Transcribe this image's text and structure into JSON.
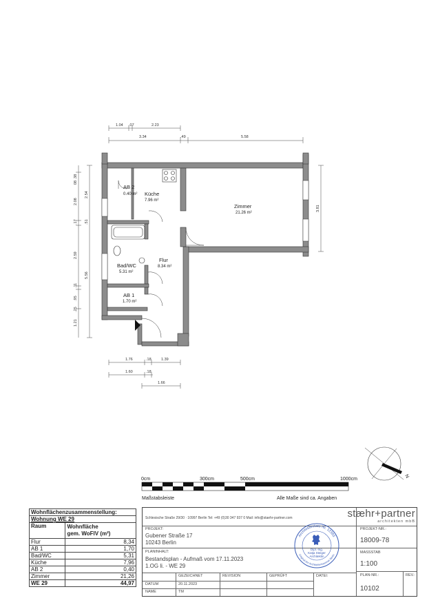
{
  "dimensions": {
    "top_row1": [
      "1.04",
      ".07",
      "2.23"
    ],
    "top_row2": [
      "3.34",
      ".49",
      "5.58"
    ],
    "left_outer": [
      "5.56"
    ],
    "left_inner": [
      "08 .38",
      "2.08",
      "2.54",
      ".17",
      ".51",
      "2.59",
      ".11",
      ".95",
      ".25",
      "1.21"
    ],
    "right": [
      "3.81"
    ],
    "bottom_row1": [
      "1.76",
      ".18",
      "1.39"
    ],
    "bottom_row2": [
      "1.60",
      ".18"
    ],
    "bottom_row3": [
      "1.66"
    ]
  },
  "rooms": [
    {
      "name": "AB 2",
      "area": "0.40 m²"
    },
    {
      "name": "Küche",
      "area": "7.96 m²"
    },
    {
      "name": "Zimmer",
      "area": "21.26 m²"
    },
    {
      "name": "Bad/WC",
      "area": "5.31 m²"
    },
    {
      "name": "Flur",
      "area": "8.34 m²"
    },
    {
      "name": "AB 1",
      "area": "1.70 m²"
    }
  ],
  "compass": {
    "label": "N"
  },
  "scale_bar": {
    "ticks": [
      "0cm",
      "300cm",
      "500cm",
      "1000cm"
    ],
    "caption": "Maßstabsleiste",
    "note": "Alle Maße sind ca. Angaben"
  },
  "summary": {
    "title": "Wohnflächenzusammenstellung:",
    "unit": "Wohnung WE 29",
    "col_room": "Raum",
    "col_area_1": "Wohnfläche",
    "col_area_2": "gem. WoFlV (m²)",
    "rows": [
      {
        "room": "Flur",
        "area": "8,34"
      },
      {
        "room": "AB 1",
        "area": "1,70"
      },
      {
        "room": "Bad/WC",
        "area": "5,31"
      },
      {
        "room": "Küche",
        "area": "7,96"
      },
      {
        "room": "AB 2",
        "area": "0,40"
      },
      {
        "room": "Zimmer",
        "area": "21,26"
      }
    ],
    "total_label": "WE 29",
    "total_value": "44,97"
  },
  "titleblock": {
    "address_line": "Schlesische Straße 29/30 · 10997 Berlin     Tel: +49 (0)30 347 937 0     Mail: info@staehr-partner.com",
    "brand": "stæhr+partner",
    "brand_sub": "architekten mbB",
    "project_label": "PROJEKT:",
    "project_line1": "Gubener Straße 17",
    "project_line2": "10243 Berlin",
    "project_no_label": "PROJEKT-NR.:",
    "project_no": "18009-78",
    "content_label": "PLANINHALT:",
    "content_line1": "Bestandsplan - Aufmaß vom 17.11.2023",
    "content_line2": "1.OG li. - WE 29",
    "scale_label": "MASSSTAB",
    "scale": "1:100",
    "col_drawn": "GEZEICHNET",
    "col_revision": "REVISION",
    "col_checked": "GEPRÜFT",
    "col_file": "DATEI:",
    "plan_no_label": "PLAN-NR.:",
    "rev_label": "REV.:",
    "row_date_label": "DATUM",
    "row_date_value": "20.11.2023",
    "row_name_label": "NAME",
    "row_name_value": "TM",
    "plan_no": "10102"
  },
  "stamp": {
    "outer_text": "Architektenliste Nr. 12383",
    "inner_line1": "Dipl.-Ing.",
    "inner_line2": "Katja Steiger",
    "inner_line3": "Architektin",
    "bottom_text": "Original der Architektenkammer Berlin"
  },
  "colors": {
    "wall": "#8c8c8c",
    "line": "#333333",
    "stamp": "#3a5db8"
  }
}
